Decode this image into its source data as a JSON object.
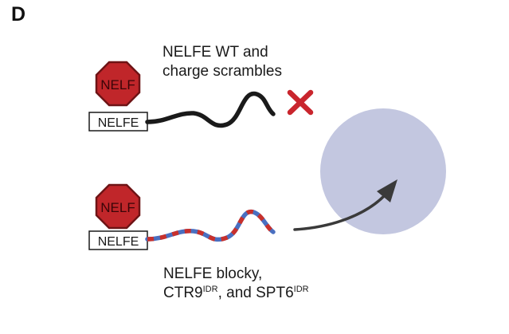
{
  "panel": {
    "letter": "D"
  },
  "top_construct": {
    "complex_label": "NELF",
    "tag_label": "NELFE",
    "caption_line1": "NELFE WT and",
    "caption_line2": "charge scrambles",
    "outcome": "excluded"
  },
  "bottom_construct": {
    "complex_label": "NELF",
    "tag_label": "NELFE",
    "caption_line1": "NELFE blocky,",
    "caption_ctr9": "CTR9",
    "caption_ctr9_sup": "IDR",
    "caption_mid": ", and ",
    "caption_spt6": "SPT6",
    "caption_spt6_sup": "IDR",
    "outcome": "enters condensate"
  },
  "colors": {
    "octagon_fill": "#c0262a",
    "octagon_stroke": "#6e1416",
    "wt_tail": "#1a1a1a",
    "blocky_red": "#c8302c",
    "blocky_blue": "#4a6fc0",
    "x_mark": "#c9252d",
    "condensate": "#c3c7e0",
    "arrow": "#3a3a3a"
  },
  "icons": {
    "exclusion": "x-mark-icon",
    "entry": "curved-arrow-icon"
  }
}
